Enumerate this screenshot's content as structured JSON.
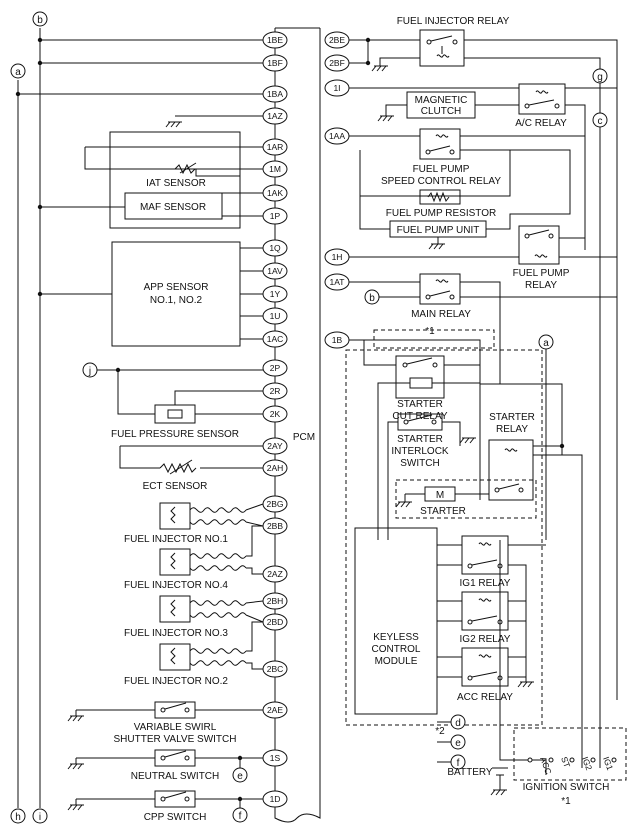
{
  "pcm": {
    "label": "PCM",
    "left_pins": [
      "1BE",
      "1BF",
      "1BA",
      "1AZ",
      "1AR",
      "1M",
      "1AK",
      "1P",
      "1Q",
      "1AV",
      "1Y",
      "1U",
      "1AC",
      "2P",
      "2R",
      "2K",
      "2AY",
      "2AH",
      "2BG",
      "2BB",
      "2AZ",
      "2BH",
      "2BD",
      "2BC",
      "2AE",
      "1S",
      "1D"
    ],
    "right_pins": [
      "2BE",
      "2BF",
      "1I",
      "1AA",
      "1H",
      "1AT",
      "1B"
    ]
  },
  "labels": {
    "iat": "IAT SENSOR",
    "maf": "MAF SENSOR",
    "app1": "APP SENSOR",
    "app2": "NO.1, NO.2",
    "fps": "FUEL PRESSURE SENSOR",
    "ect": "ECT SENSOR",
    "inj1": "FUEL INJECTOR NO.1",
    "inj4": "FUEL INJECTOR NO.4",
    "inj3": "FUEL INJECTOR NO.3",
    "inj2": "FUEL INJECTOR NO.2",
    "vss1": "VARIABLE SWIRL",
    "vss2": "SHUTTER VALVE SWITCH",
    "neutral": "NEUTRAL SWITCH",
    "cpp": "CPP SWITCH",
    "fir": "FUEL INJECTOR RELAY",
    "mag1": "MAGNETIC",
    "mag2": "CLUTCH",
    "ac": "A/C RELAY",
    "fpsc1": "FUEL PUMP",
    "fpsc2": "SPEED CONTROL RELAY",
    "fpres": "FUEL PUMP RESISTOR",
    "fpunit": "FUEL PUMP UNIT",
    "fpr1": "FUEL PUMP",
    "fpr2": "RELAY",
    "main": "MAIN RELAY",
    "scut1": "STARTER",
    "scut2": "CUT RELAY",
    "sint1": "STARTER",
    "sint2": "INTERLOCK",
    "sint3": "SWITCH",
    "srel1": "STARTER",
    "srel2": "RELAY",
    "starter": "STARTER",
    "kcm1": "KEYLESS",
    "kcm2": "CONTROL",
    "kcm3": "MODULE",
    "ig1": "IG1 RELAY",
    "ig2": "IG2 RELAY",
    "accr": "ACC RELAY",
    "battery": "BATTERY",
    "ignsw": "IGNITION SWITCH",
    "note1": "*1",
    "note2": "*2",
    "sw_acc": "ACC",
    "sw_st": "ST",
    "sw_ig2": "IG2",
    "sw_ig1": "IG1"
  },
  "connectors": [
    "a",
    "b",
    "c",
    "d",
    "e",
    "f",
    "g",
    "h",
    "i",
    "j"
  ]
}
